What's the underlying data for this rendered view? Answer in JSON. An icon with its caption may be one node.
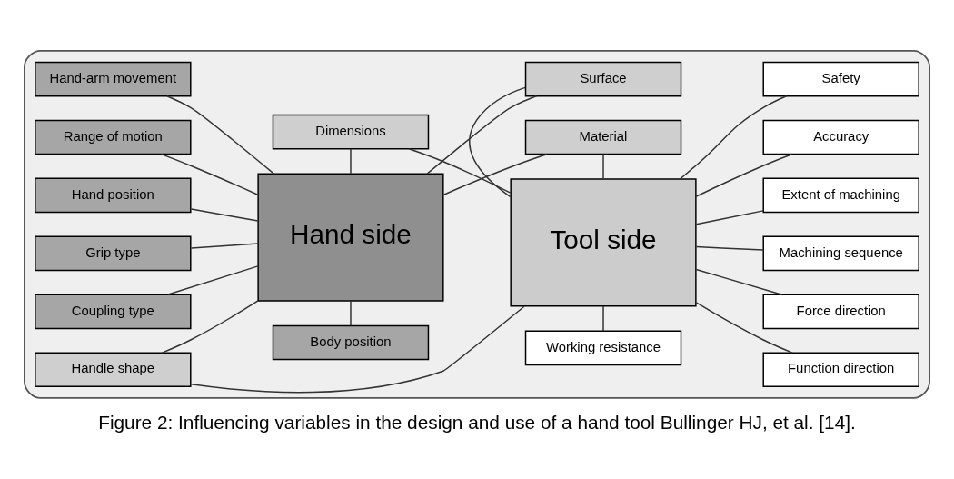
{
  "diagram": {
    "caption": "Figure 2: Influencing variables in the design and use of a hand tool Bullinger HJ, et al. [14].",
    "nodes": [
      {
        "text": [],
        "shape": "ellipse"
      },
      {
        "text": [
          "Hand side"
        ],
        "in": 0
      },
      {
        "text": [
          "Tool side"
        ],
        "in": 0
      },
      {
        "text": [
          "Body position"
        ],
        "in": 0
      },
      {
        "text": [
          "Working resistance"
        ],
        "in": 0
      },
      {
        "text": [
          "Hand-arm movement"
        ],
        "in": 0
      },
      {
        "text": [
          "Range of motion"
        ],
        "in": 0
      },
      {
        "text": [
          "Hand position"
        ],
        "in": 0
      },
      {
        "text": [
          "Grip type"
        ],
        "in": 0
      },
      {
        "text": [
          "Coupling type"
        ],
        "in": 0
      },
      {
        "text": [
          "Handle shape"
        ],
        "in": 0
      },
      {
        "text": [
          "Function direction"
        ],
        "in": 0
      },
      {
        "text": [
          "Force direction"
        ],
        "in": 0
      },
      {
        "text": [
          "Machining sequence"
        ],
        "in": 0
      },
      {
        "text": [
          "Extent of machining"
        ],
        "in": 0
      },
      {
        "text": [
          "Accuracy"
        ],
        "in": 0
      },
      {
        "text": [
          "Safety"
        ],
        "in": 0
      },
      {
        "text": [
          "Dimensions"
        ],
        "in": 0
      },
      {
        "text": [
          "Material"
        ],
        "in": 0
      },
      {
        "text": [
          "Surface"
        ],
        "in": 0
      }
    ],
    "edges": [
      {
        "from": 3,
        "to": 1,
        "arrow": "none"
      },
      {
        "from": 4,
        "to": 2,
        "arrow": "none"
      },
      {
        "from": 5,
        "to": 1,
        "arrow": "none"
      },
      {
        "from": 6,
        "to": 1,
        "arrow": "none"
      },
      {
        "from": 7,
        "to": 1,
        "arrow": "none"
      },
      {
        "from": 8,
        "to": 1,
        "arrow": "none"
      },
      {
        "from": 9,
        "to": 1,
        "arrow": "none"
      },
      {
        "from": 10,
        "to": 1,
        "arrow": "none"
      },
      {
        "from": 10,
        "to": 2,
        "arrow": "none"
      },
      {
        "from": 2,
        "to": 11,
        "arrow": "none"
      },
      {
        "from": 2,
        "to": 12,
        "arrow": "none"
      },
      {
        "from": 2,
        "to": 13,
        "arrow": "none"
      },
      {
        "from": 2,
        "to": 14,
        "arrow": "none"
      },
      {
        "from": 2,
        "to": 15,
        "arrow": "none"
      },
      {
        "from": 2,
        "to": 16,
        "arrow": "none"
      },
      {
        "from": 1,
        "to": 17,
        "arrow": "none"
      },
      {
        "from": 2,
        "to": 17,
        "arrow": "none"
      },
      {
        "from": 1,
        "to": 18,
        "arrow": "none"
      },
      {
        "from": 2,
        "to": 18,
        "arrow": "none"
      },
      {
        "from": 1,
        "to": 19,
        "arrow": "none"
      },
      {
        "from": 2,
        "to": 19,
        "arrow": "none"
      }
    ]
  }
}
